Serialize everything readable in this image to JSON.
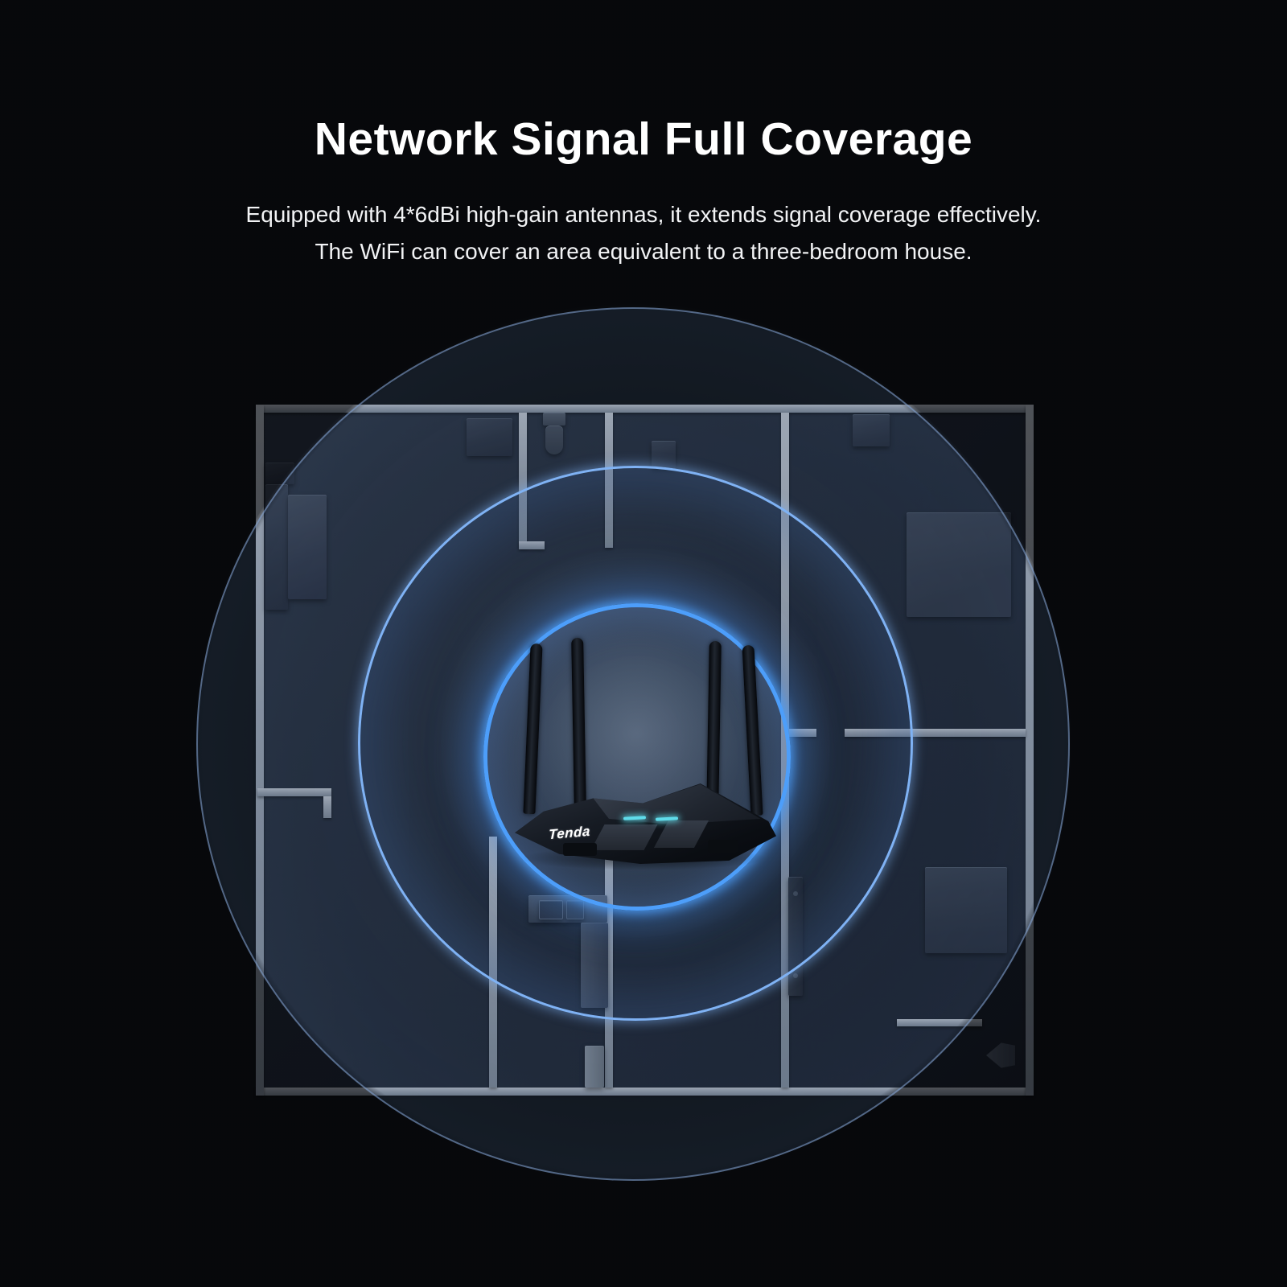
{
  "header": {
    "title": "Network Signal Full Coverage",
    "subtitle_line1": "Equipped with 4*6dBi high-gain antennas, it extends signal coverage effectively.",
    "subtitle_line2": "The WiFi can cover an area equivalent to a three-bedroom house."
  },
  "router": {
    "brand": "Tenda",
    "antenna_count": 4,
    "led_count": 2,
    "led_color": "#5fdcea",
    "body_color": "#11151c"
  },
  "coverage": {
    "ring_count": 3,
    "inner_ring_color": "#4d9efa",
    "middle_ring_color": "#7fb2f4",
    "outer_ring_color": "#88a8d7"
  },
  "floorplan": {
    "wall_color": "#8d95a0",
    "floor_color": "#1b222e",
    "furniture_color": "#262d3a",
    "background_color": "#0a0c0f"
  }
}
